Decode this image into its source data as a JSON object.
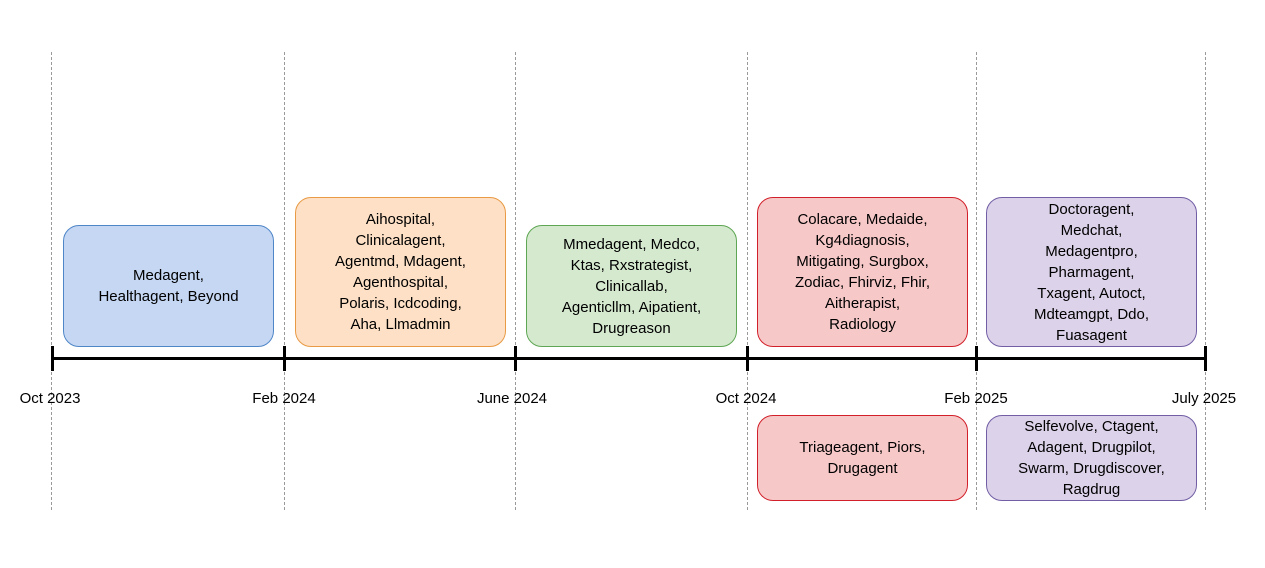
{
  "timeline": {
    "dates": [
      "Oct 2023",
      "Feb 2024",
      "June 2024",
      "Oct 2024",
      "Feb 2025",
      "July 2025"
    ],
    "upper_boxes": [
      {
        "text": "Medagent,\nHealthagent, Beyond",
        "color": "#c5d7f3"
      },
      {
        "text": "Aihospital,\nClinicalagent,\nAgentmd, Mdagent,\nAgenthospital,\nPolaris, Icdcoding,\nAha, Llmadmin",
        "color": "#fde0c5"
      },
      {
        "text": "Mmedagent, Medco,\nKtas, Rxstrategist,\nClinicallab,\nAgenticllm, Aipatient,\nDrugreason",
        "color": "#d5e9cf"
      },
      {
        "text": "Colacare, Medaide,\nKg4diagnosis,\nMitigating, Surgbox,\nZodiac, Fhirviz, Fhir,\nAitherapist,\nRadiology",
        "color": "#f7c8c8"
      },
      {
        "text": "Doctoragent,\nMedchat,\nMedagentpro,\nPharmagent,\nTxagent, Autoct,\nMdteamgpt, Ddo,\nFuasagent",
        "color": "#dcd2e9"
      }
    ],
    "lower_boxes": [
      {
        "text": "Triageagent, Piors,\nDrugagent",
        "color": "#f7c8c8"
      },
      {
        "text": "Selfevolve, Ctagent,\nAdagent, Drugpilot,\nSwarm, Drugdiscover,\nRagdrug",
        "color": "#dcd2e9"
      }
    ]
  }
}
